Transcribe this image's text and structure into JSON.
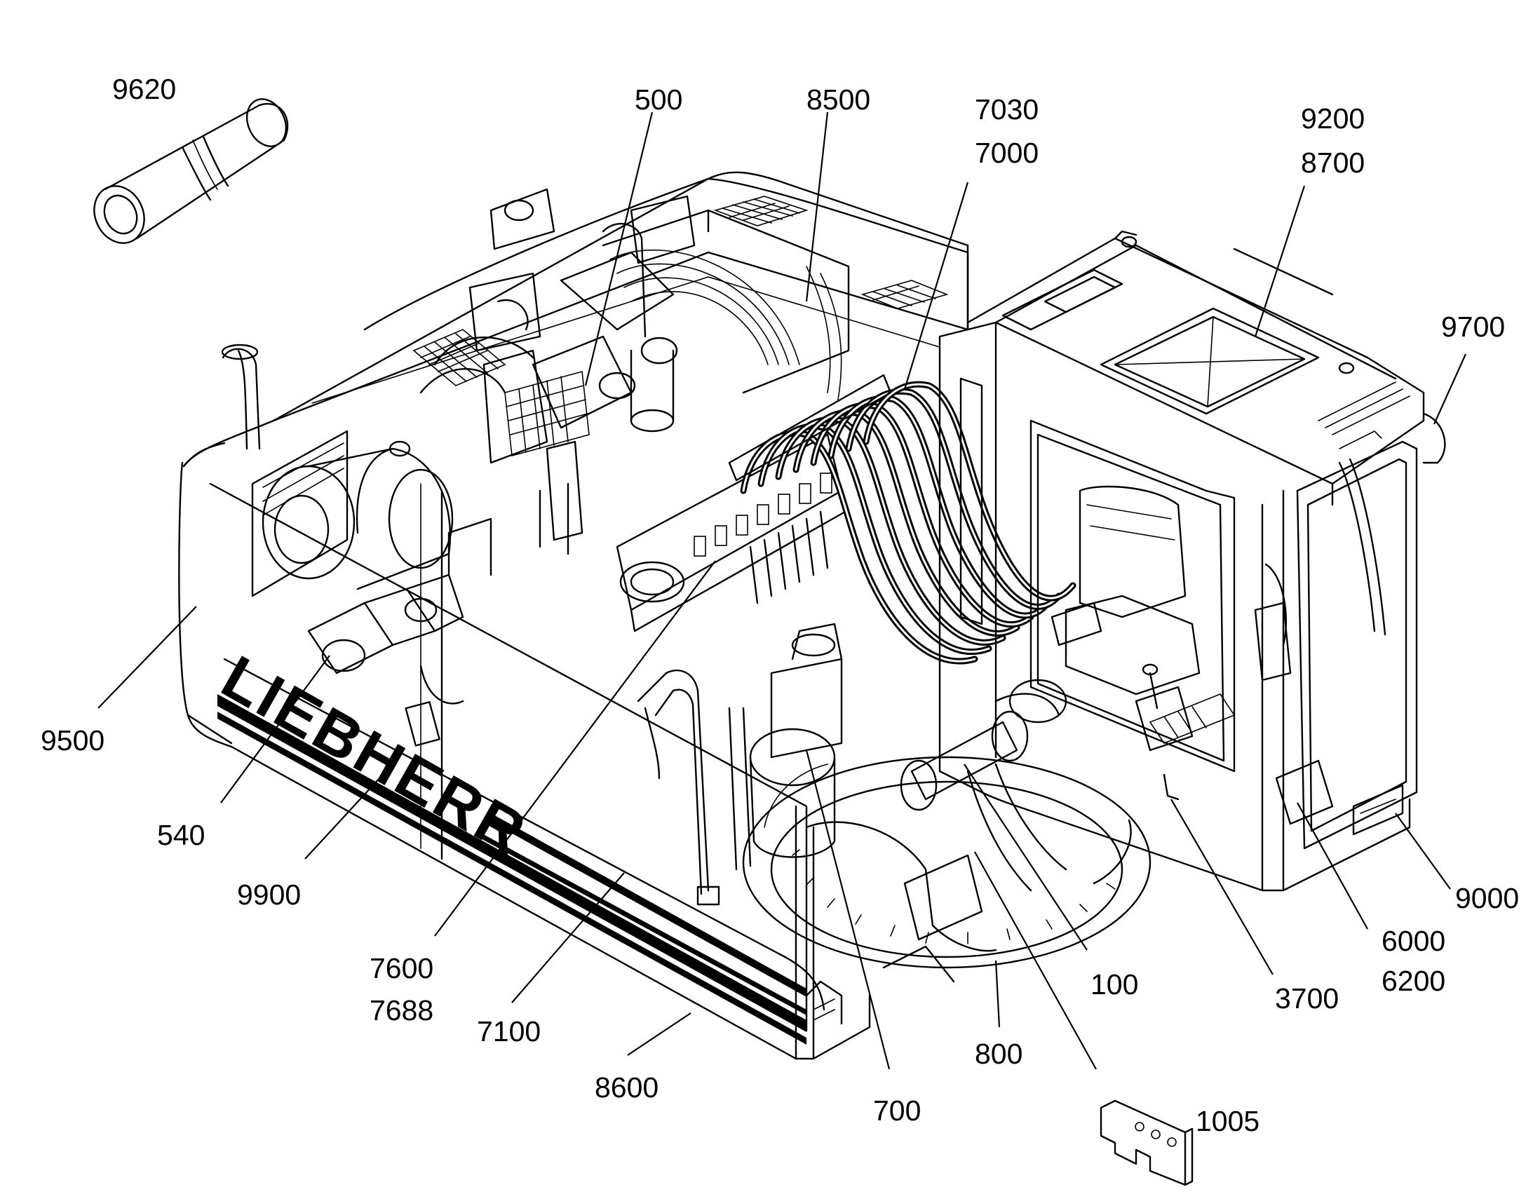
{
  "brand": {
    "logo_text": "LIEBHERR"
  },
  "callouts": [
    {
      "id": "9620",
      "label": "9620"
    },
    {
      "id": "500",
      "label": "500"
    },
    {
      "id": "8500",
      "label": "8500"
    },
    {
      "id": "7030",
      "label": "7030"
    },
    {
      "id": "7000",
      "label": "7000"
    },
    {
      "id": "9200",
      "label": "9200"
    },
    {
      "id": "8700",
      "label": "8700"
    },
    {
      "id": "9700",
      "label": "9700"
    },
    {
      "id": "9500",
      "label": "9500"
    },
    {
      "id": "540",
      "label": "540"
    },
    {
      "id": "9900",
      "label": "9900"
    },
    {
      "id": "7600",
      "label": "7600"
    },
    {
      "id": "7688",
      "label": "7688"
    },
    {
      "id": "7100",
      "label": "7100"
    },
    {
      "id": "8600",
      "label": "8600"
    },
    {
      "id": "700",
      "label": "700"
    },
    {
      "id": "800",
      "label": "800"
    },
    {
      "id": "1005",
      "label": "1005"
    },
    {
      "id": "100",
      "label": "100"
    },
    {
      "id": "3700",
      "label": "3700"
    },
    {
      "id": "6000",
      "label": "6000"
    },
    {
      "id": "6200",
      "label": "6200"
    },
    {
      "id": "9000",
      "label": "9000"
    }
  ]
}
